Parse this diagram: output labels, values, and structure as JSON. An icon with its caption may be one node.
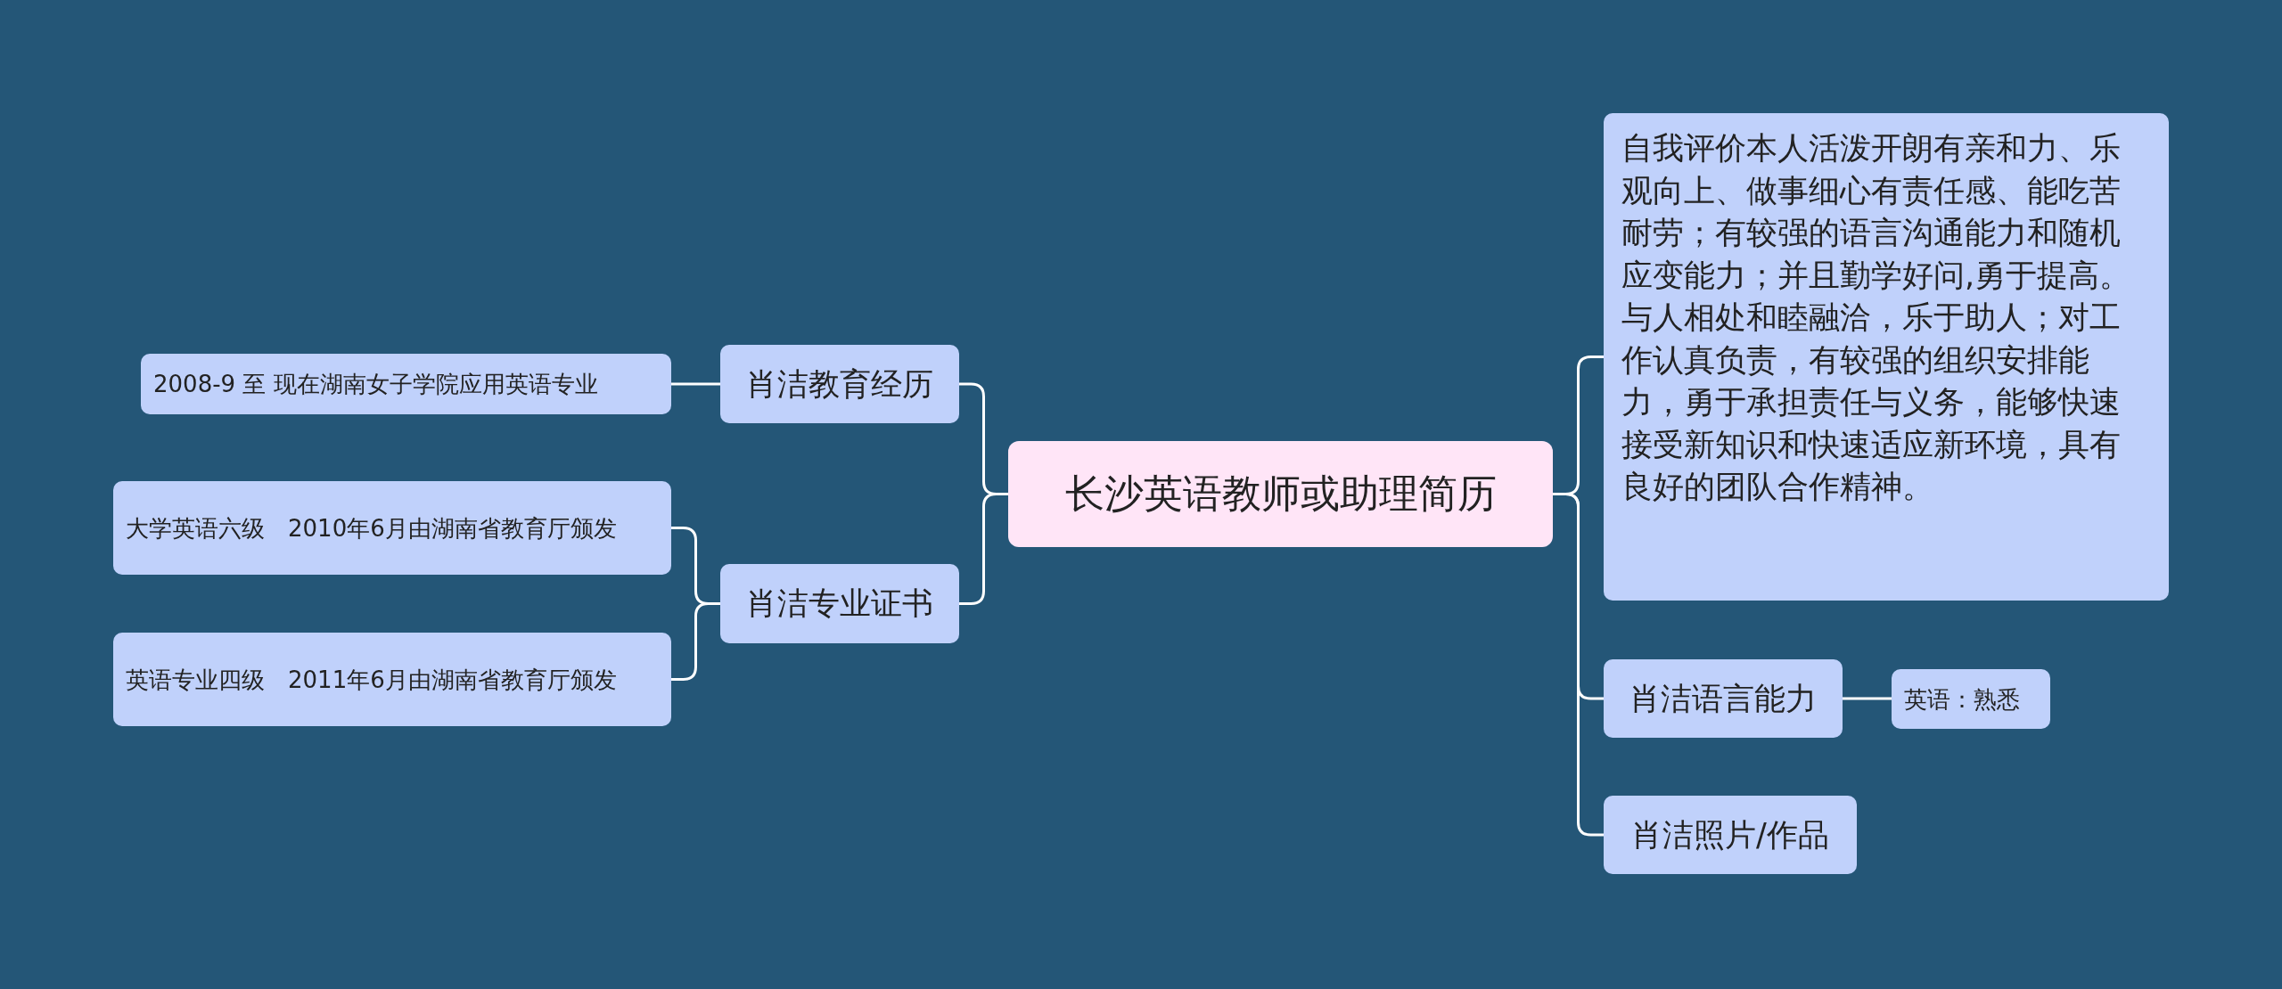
{
  "diagram": {
    "nodes": [
      {
        "text": [
          "长沙英语教师或助理简历"
        ]
      },
      {
        "text": [
          "肖洁教育经历"
        ]
      },
      {
        "text": [
          "2008-9 至 现在湖南女子学院应用英语专业"
        ]
      },
      {
        "text": [
          "肖洁专业证书"
        ]
      },
      {
        "text": [
          "大学英语六级　2010年6月由湖南省教育厅颁发"
        ]
      },
      {
        "text": [
          "英语专业四级　2011年6月由湖南省教育厅颁发"
        ]
      },
      {
        "text": [
          "自我评价本人活泼开朗有亲和力、乐观向上、做事细心有责任感、能吃苦耐劳；有较强的语言沟通能力和随机应变能力；并且勤学好问,勇于提高。与人相处和睦融洽，乐于助人；对工作认真负责，有较强的组织安排能力，勇于承担责任与义务，能够快速接受新知识和快速适应新环境，具有良好的团队合作精神。"
        ]
      },
      {
        "text": [
          "肖洁语言能力"
        ]
      },
      {
        "text": [
          "英语：熟悉"
        ]
      },
      {
        "text": [
          "肖洁照片/作品"
        ]
      }
    ],
    "edges": [
      {
        "from": 0,
        "to": 1,
        "arrow": "none"
      },
      {
        "from": 1,
        "to": 2,
        "arrow": "none"
      },
      {
        "from": 0,
        "to": 3,
        "arrow": "none"
      },
      {
        "from": 3,
        "to": 4,
        "arrow": "none"
      },
      {
        "from": 3,
        "to": 5,
        "arrow": "none"
      },
      {
        "from": 0,
        "to": 6,
        "arrow": "none"
      },
      {
        "from": 0,
        "to": 7,
        "arrow": "none"
      },
      {
        "from": 7,
        "to": 8,
        "arrow": "none"
      },
      {
        "from": 0,
        "to": 9,
        "arrow": "none"
      }
    ]
  }
}
